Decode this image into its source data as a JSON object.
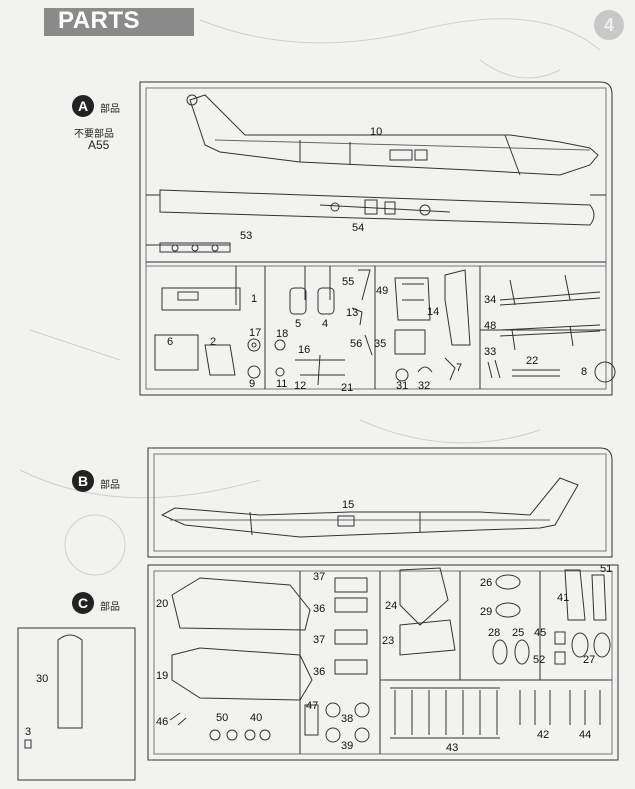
{
  "header": {
    "title": "PARTS",
    "page_number": "4"
  },
  "sprue_a": {
    "badge": "A",
    "subtitle": "部品",
    "unused_note": "不要部品",
    "unused_part": "A55",
    "parts": [
      "10",
      "54",
      "53",
      "1",
      "55",
      "49",
      "14",
      "34",
      "13",
      "5",
      "4",
      "6",
      "2",
      "17",
      "18",
      "56",
      "35",
      "48",
      "9",
      "11",
      "16",
      "12",
      "21",
      "31",
      "32",
      "7",
      "33",
      "22",
      "8"
    ]
  },
  "sprue_b": {
    "badge": "B",
    "subtitle": "部品",
    "parts": [
      "15"
    ]
  },
  "sprue_c": {
    "badge": "C",
    "subtitle": "部品",
    "parts": [
      "37",
      "26",
      "51",
      "20",
      "36",
      "24",
      "29",
      "41",
      "37",
      "23",
      "28",
      "25",
      "45",
      "19",
      "36",
      "52",
      "27",
      "30",
      "47",
      "38",
      "46",
      "50",
      "40",
      "42",
      "44",
      "3",
      "39",
      "43"
    ]
  }
}
